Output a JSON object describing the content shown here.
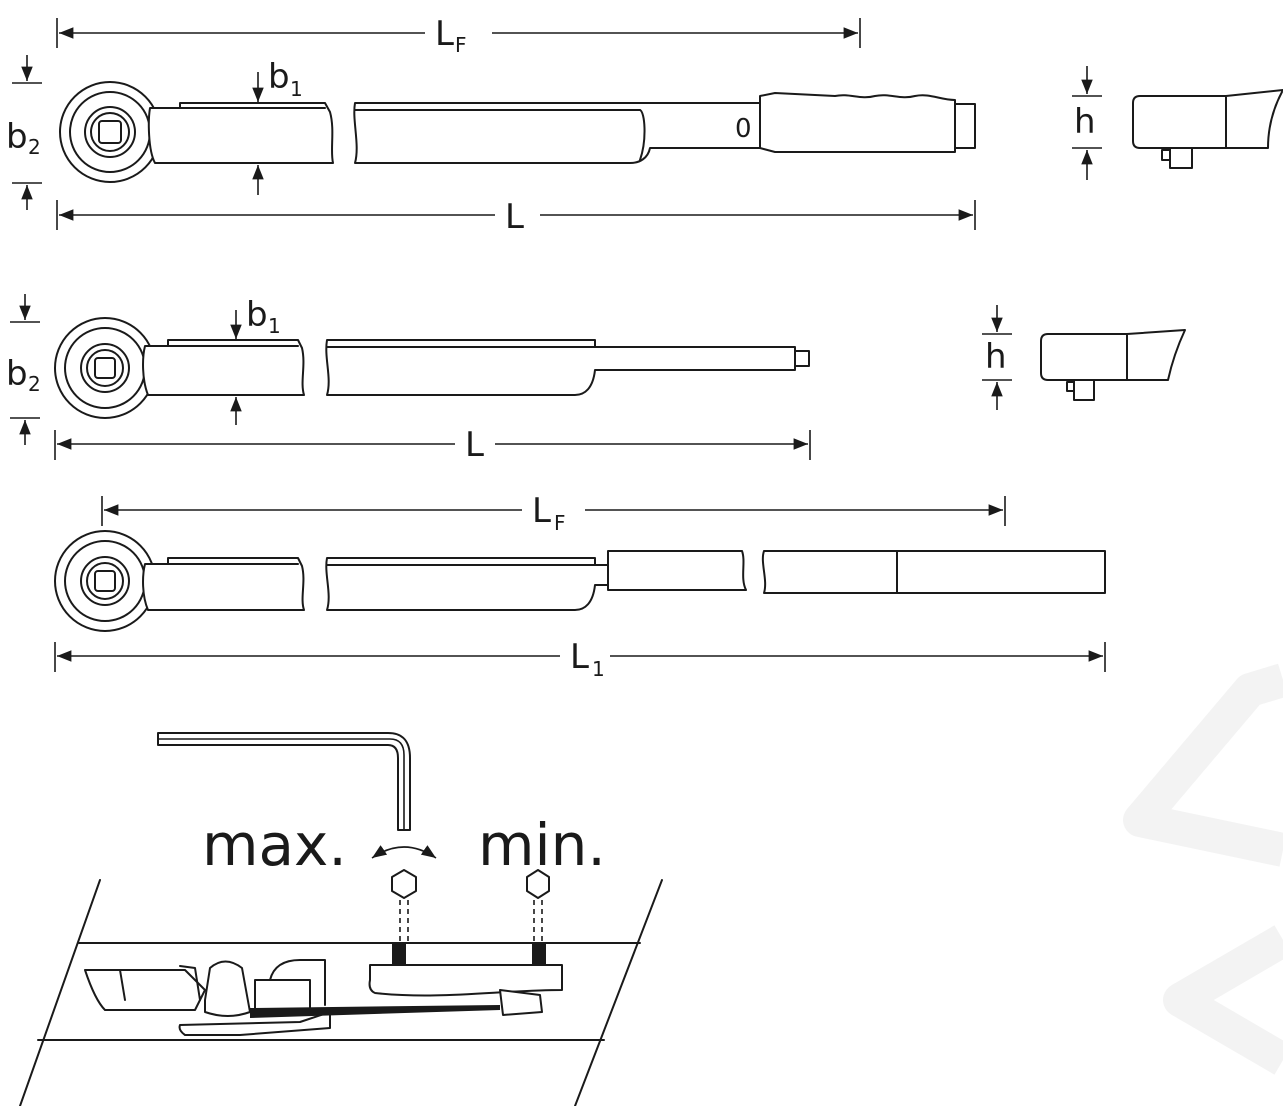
{
  "colors": {
    "line": "#1a1a1a",
    "background": "#ffffff",
    "watermark": "#f3f3f3"
  },
  "wrench_top": {
    "lf": "L",
    "lf_sub": "F",
    "b1": "b",
    "b1_sub": "1",
    "b2": "b",
    "b2_sub": "2",
    "l": "L",
    "h": "h"
  },
  "wrench_middle": {
    "b1": "b",
    "b1_sub": "1",
    "b2": "b",
    "b2_sub": "2",
    "l": "L",
    "h": "h"
  },
  "wrench_bottom": {
    "lf": "L",
    "lf_sub": "F",
    "l1": "L",
    "l1_sub": "1"
  },
  "adjustment": {
    "max_label": "max.",
    "min_label": "min."
  }
}
